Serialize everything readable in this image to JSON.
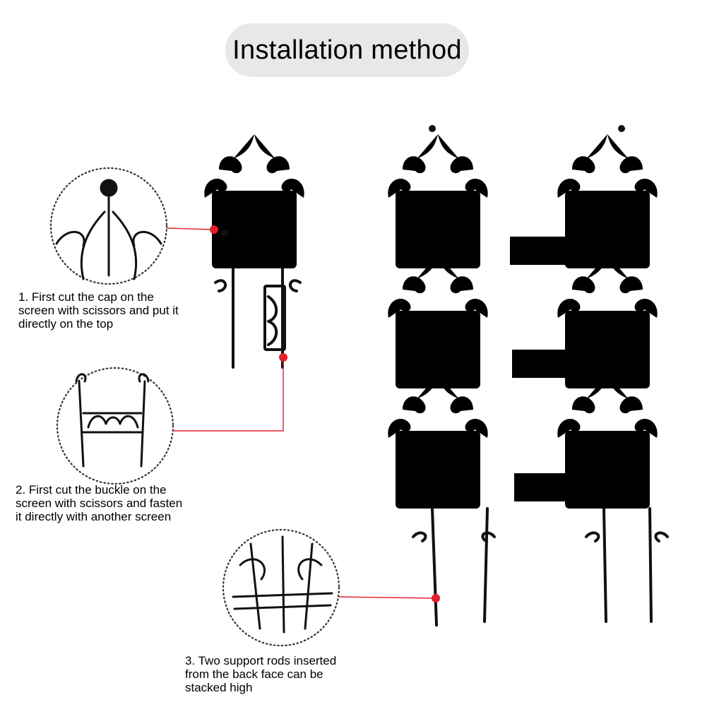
{
  "title": "Installation method",
  "steps": [
    {
      "id": 1,
      "text": "1. First cut the cap on the\nscreen with scissors and put it\ndirectly on the top"
    },
    {
      "id": 2,
      "text": "2. First cut the buckle on the\nscreen with scissors and fasten\nit directly with another screen"
    },
    {
      "id": 3,
      "text": "3. Two support rods inserted\nfrom the back face can be\nstacked high"
    }
  ],
  "colors": {
    "leader": "#e0202a",
    "metal": "#111111",
    "title_bg": "#e8e8e8"
  }
}
